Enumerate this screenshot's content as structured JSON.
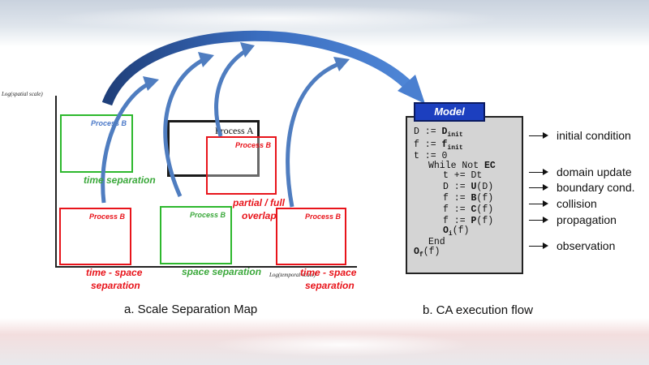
{
  "ssm": {
    "y_axis_label": "Log(spatial scale)",
    "x_axis_label": "Log(temporal scale)",
    "process_a": "Process A",
    "process_b": "Process B",
    "captions": {
      "time_separation": "time separation",
      "partial_full": "partial / full",
      "overlap": "overlap",
      "ts1_line1": "time - space",
      "ts1_line2": "separation",
      "space_separation": "space separation",
      "ts2_line1": "time - space",
      "ts2_line2": "separation"
    },
    "subtitle": "a. Scale Separation Map"
  },
  "ca": {
    "model_label": "Model",
    "code": {
      "l1_pre": "D := ",
      "l1_sym": "D",
      "l1_sub": "init",
      "l2_pre": "f := ",
      "l2_sym": "f",
      "l2_sub": "init",
      "l3": "t := 0",
      "l4_pre": "While Not ",
      "l4_kw": "EC",
      "l5": "t += Dt",
      "l6_pre": "D := ",
      "l6_fn": "U",
      "l6_post": "(D)",
      "l7_pre": "f := ",
      "l7_fn": "B",
      "l7_post": "(f)",
      "l8_pre": "f := ",
      "l8_fn": "C",
      "l8_post": "(f)",
      "l9_pre": "f := ",
      "l9_fn": "P",
      "l9_post": "(f)",
      "l10_sym": "O",
      "l10_sub": "i",
      "l10_post": "(f)",
      "l11": "End",
      "l12_sym": "O",
      "l12_sub": "f",
      "l12_post": "(f)"
    },
    "annotations": {
      "initial_condition": "initial condition",
      "domain_update": "domain update",
      "boundary_cond": "boundary cond.",
      "collision": "collision",
      "propagation": "propagation",
      "observation": "observation"
    },
    "subtitle": "b. CA execution flow"
  }
}
